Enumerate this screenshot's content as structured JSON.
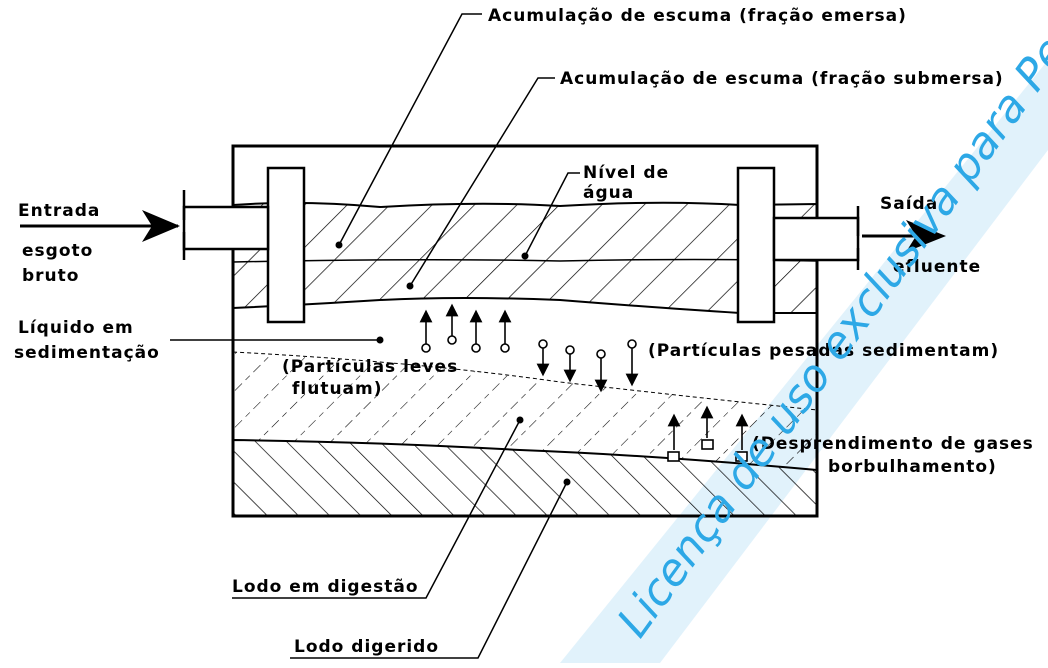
{
  "labels": {
    "scum_emerged": "Acumulação de escuma (fração emersa)",
    "scum_submerged": "Acumulação de escuma (fração submersa)",
    "water_level_1": "Nível de",
    "water_level_2": "água",
    "inlet_1": "Entrada",
    "inlet_2": "esgoto",
    "inlet_3": "bruto",
    "outlet_1": "Saída",
    "outlet_2": "efluente",
    "settling_1": "Líquido em",
    "settling_2": "sedimentação",
    "light_particles_1": "(Partículas leves",
    "light_particles_2": "flutuam)",
    "heavy_particles": "(Partículas pesadas sedimentam)",
    "gas_release_1": "(Desprendimento de gases",
    "gas_release_2": "borbulhamento)",
    "sludge_digesting": "Lodo em digestão",
    "sludge_digested": "Lodo digerido"
  },
  "watermark": {
    "text": "Licença de uso exclusiva para Petrobrás S.A.",
    "color": "#2da8e6"
  },
  "colors": {
    "line": "#000000",
    "background": "#ffffff",
    "watermark_band": "#d4ecfa"
  }
}
